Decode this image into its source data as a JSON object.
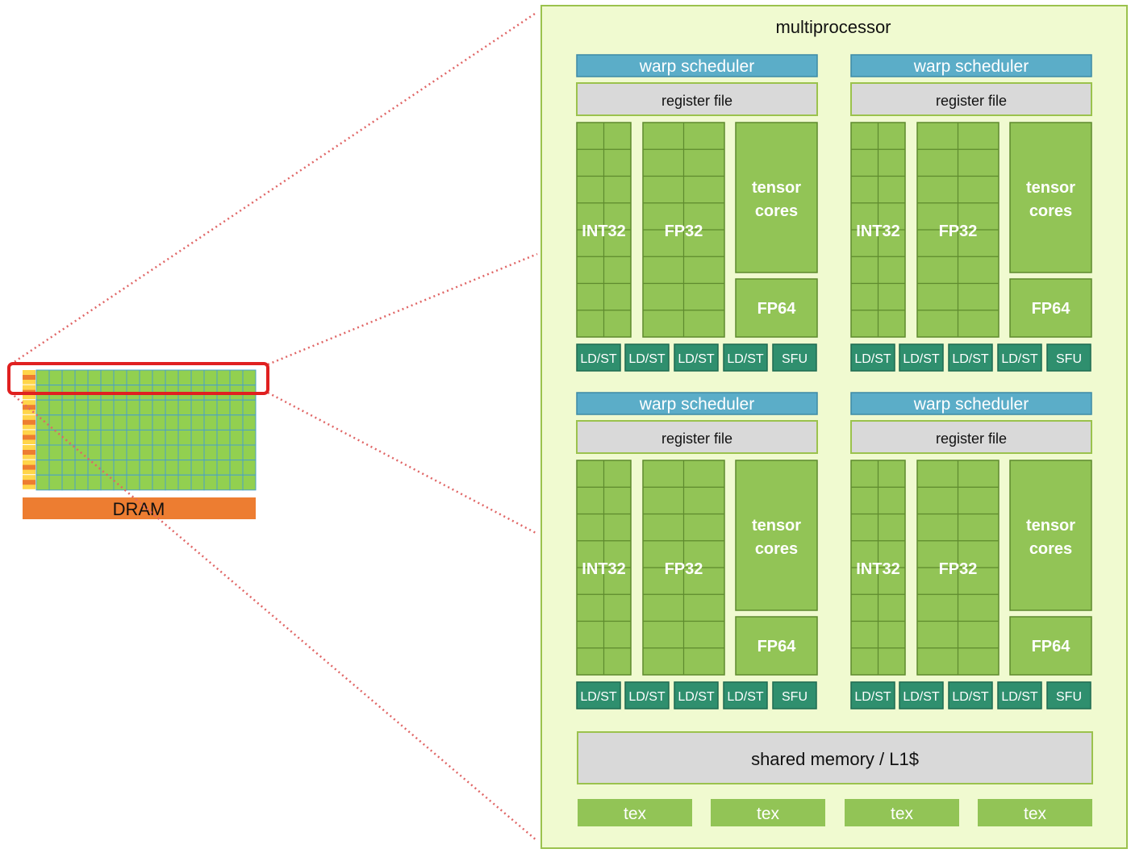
{
  "multiprocessor": {
    "title": "multiprocessor",
    "quadrants": [
      {
        "warp_scheduler": "warp scheduler",
        "register_file": "register file",
        "int32": "INT32",
        "fp32": "FP32",
        "tensor_line1": "tensor",
        "tensor_line2": "cores",
        "fp64": "FP64",
        "units": [
          "LD/ST",
          "LD/ST",
          "LD/ST",
          "LD/ST",
          "SFU"
        ]
      },
      {
        "warp_scheduler": "warp scheduler",
        "register_file": "register file",
        "int32": "INT32",
        "fp32": "FP32",
        "tensor_line1": "tensor",
        "tensor_line2": "cores",
        "fp64": "FP64",
        "units": [
          "LD/ST",
          "LD/ST",
          "LD/ST",
          "LD/ST",
          "SFU"
        ]
      },
      {
        "warp_scheduler": "warp scheduler",
        "register_file": "register file",
        "int32": "INT32",
        "fp32": "FP32",
        "tensor_line1": "tensor",
        "tensor_line2": "cores",
        "fp64": "FP64",
        "units": [
          "LD/ST",
          "LD/ST",
          "LD/ST",
          "LD/ST",
          "SFU"
        ]
      },
      {
        "warp_scheduler": "warp scheduler",
        "register_file": "register file",
        "int32": "INT32",
        "fp32": "FP32",
        "tensor_line1": "tensor",
        "tensor_line2": "cores",
        "fp64": "FP64",
        "units": [
          "LD/ST",
          "LD/ST",
          "LD/ST",
          "LD/ST",
          "SFU"
        ]
      }
    ],
    "shared_memory": "shared memory / L1$",
    "tex_units": [
      "tex",
      "tex",
      "tex",
      "tex"
    ]
  },
  "gpu": {
    "dram_label": "DRAM",
    "rows": 8,
    "cols": 17
  },
  "colors": {
    "warp_scheduler": "#5badc8",
    "register_file": "#d9d9d9",
    "core_green": "#92c456",
    "unit_teal": "#2f8f6e",
    "dram_orange": "#ed7d31",
    "highlight_red": "#e02020",
    "zoom_line": "#e06666"
  }
}
